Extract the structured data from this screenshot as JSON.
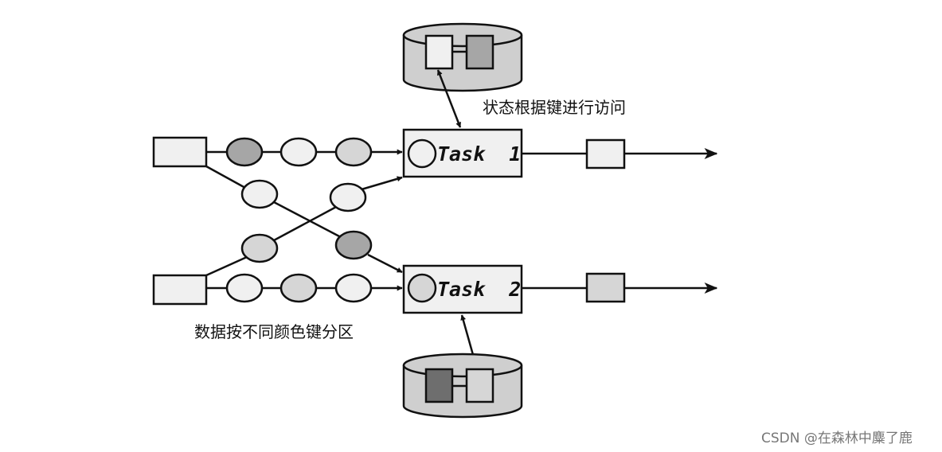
{
  "labels": {
    "state_access": "状态根据键进行访问",
    "partition": "数据按不同颜色键分区",
    "task1": "Task  1",
    "task2": "Task  2",
    "watermark": "CSDN @在森林中麋了鹿"
  },
  "colors": {
    "light": "#f0f0f0",
    "light_gray": "#d6d6d6",
    "mid_gray": "#a6a6a6",
    "dark_gray": "#6e6e6e",
    "cylinder": "#cfcfcf",
    "stroke": "#111111"
  }
}
